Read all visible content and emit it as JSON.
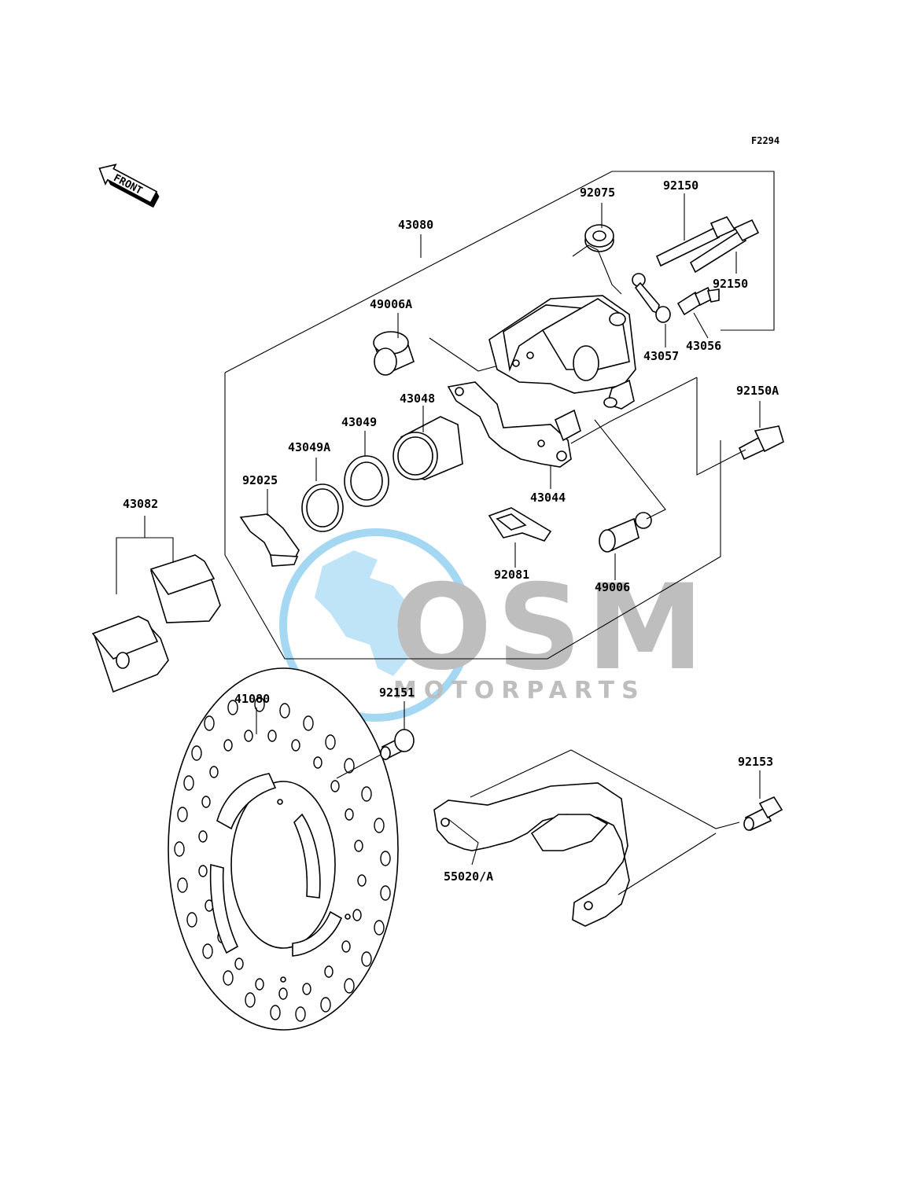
{
  "figure_ref": "F2294",
  "front_label": "FRONT",
  "watermark": {
    "brand": "OSM",
    "tagline": "MOTORPARTS",
    "color_blue": "#5bb8e8",
    "color_grey": "#8a8a8a"
  },
  "parts": {
    "p43080": "43080",
    "p92075": "92075",
    "p92150_top": "92150",
    "p92150_mid": "92150",
    "p49006A": "49006A",
    "p43057": "43057",
    "p43056": "43056",
    "p43048": "43048",
    "p43049": "43049",
    "p43049A": "43049A",
    "p92150A": "92150A",
    "p92025": "92025",
    "p43044": "43044",
    "p43082": "43082",
    "p92081": "92081",
    "p49006": "49006",
    "p41080": "41080",
    "p92151": "92151",
    "p92153": "92153",
    "p55020A": "55020/A"
  }
}
